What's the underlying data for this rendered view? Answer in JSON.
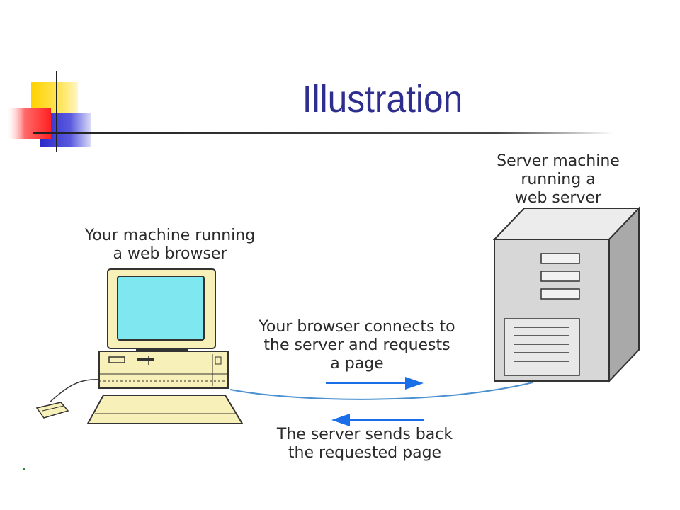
{
  "slide": {
    "title": "Illustration"
  },
  "diagram": {
    "server_label": "Server machine\nrunning a\nweb server",
    "client_label": "Your machine running\na web browser",
    "request_label": "Your browser connects to\nthe server and requests\na page",
    "response_label": "The server sends back\nthe requested page"
  },
  "colors": {
    "title": "#2e2e8f",
    "accent_yellow": "#ffd200",
    "accent_red": "#ff3030",
    "accent_blue": "#3333cc",
    "arrow_blue": "#1a6ee8",
    "cable_blue": "#4a90d0",
    "computer_beige": "#f7f0b8",
    "screen_cyan": "#7fe7ef",
    "server_gray": "#d7d7d7"
  }
}
